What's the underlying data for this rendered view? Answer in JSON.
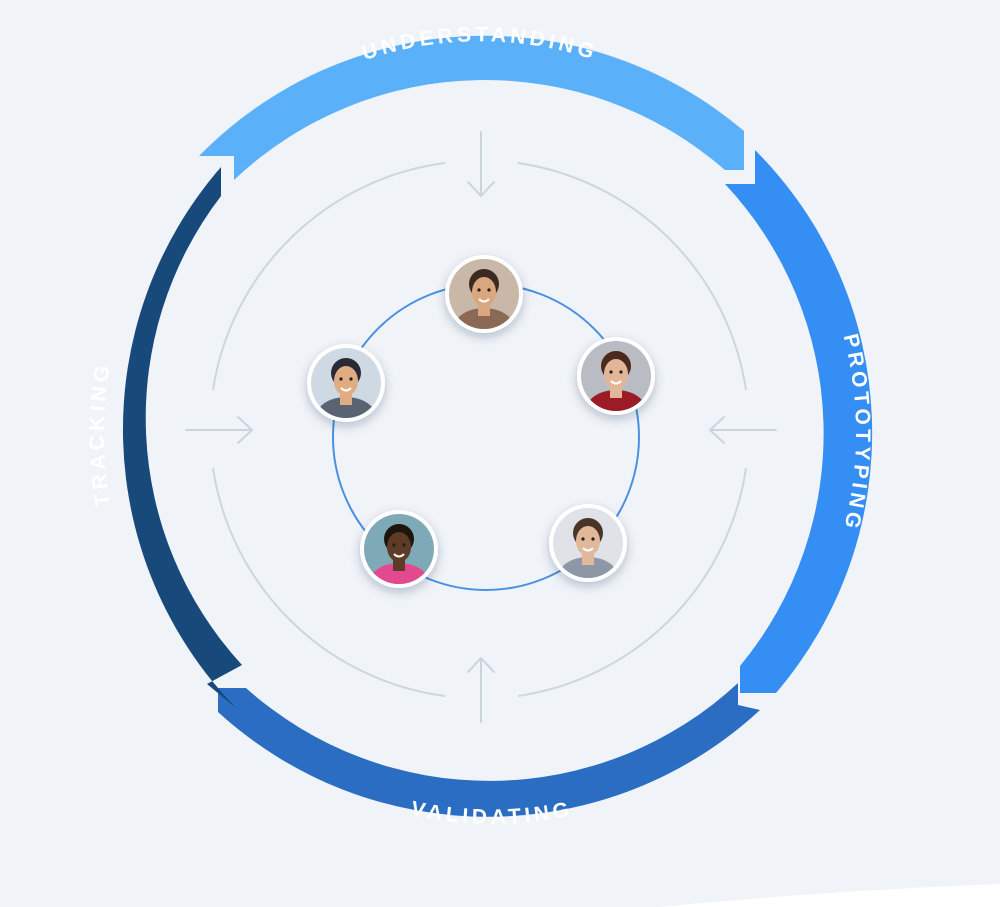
{
  "diagram": {
    "phases": [
      {
        "id": "understanding",
        "label": "UNDERSTANDING",
        "color": "#5bb1f9"
      },
      {
        "id": "prototyping",
        "label": "PROTOTYPING",
        "color": "#348ef3"
      },
      {
        "id": "validating",
        "label": "VALIDATING",
        "color": "#2a6dc2"
      },
      {
        "id": "tracking",
        "label": "TRACKING",
        "color": "#174a7a"
      }
    ],
    "people": [
      {
        "id": "person-top",
        "icon": "woman-smiling-avatar",
        "skin": "#d9a77f",
        "hair": "#3b2a22",
        "shirt": "#8a6b55",
        "bg": "#c9b8a8"
      },
      {
        "id": "person-right",
        "icon": "woman-laughing-avatar",
        "skin": "#e4b699",
        "hair": "#4a2b1f",
        "shirt": "#9b1f26",
        "bg": "#b9bcc2"
      },
      {
        "id": "person-bottom-right",
        "icon": "father-with-baby-avatar",
        "skin": "#e2b89a",
        "hair": "#4a3628",
        "shirt": "#8d97a5",
        "bg": "#dfe3e8"
      },
      {
        "id": "person-bottom-left",
        "icon": "man-smiling-avatar",
        "skin": "#5d3a25",
        "hair": "#1b120d",
        "shirt": "#e24a8f",
        "bg": "#7ea9b7"
      },
      {
        "id": "person-left",
        "icon": "man-with-cap-avatar",
        "skin": "#e0ac84",
        "hair": "#2b2a35",
        "shirt": "#5a6472",
        "bg": "#cfd9e4"
      }
    ],
    "colors": {
      "inner_ring": "#4a90e2",
      "guide_lines": "#ccd6df",
      "background": "#f0f4f8"
    }
  }
}
